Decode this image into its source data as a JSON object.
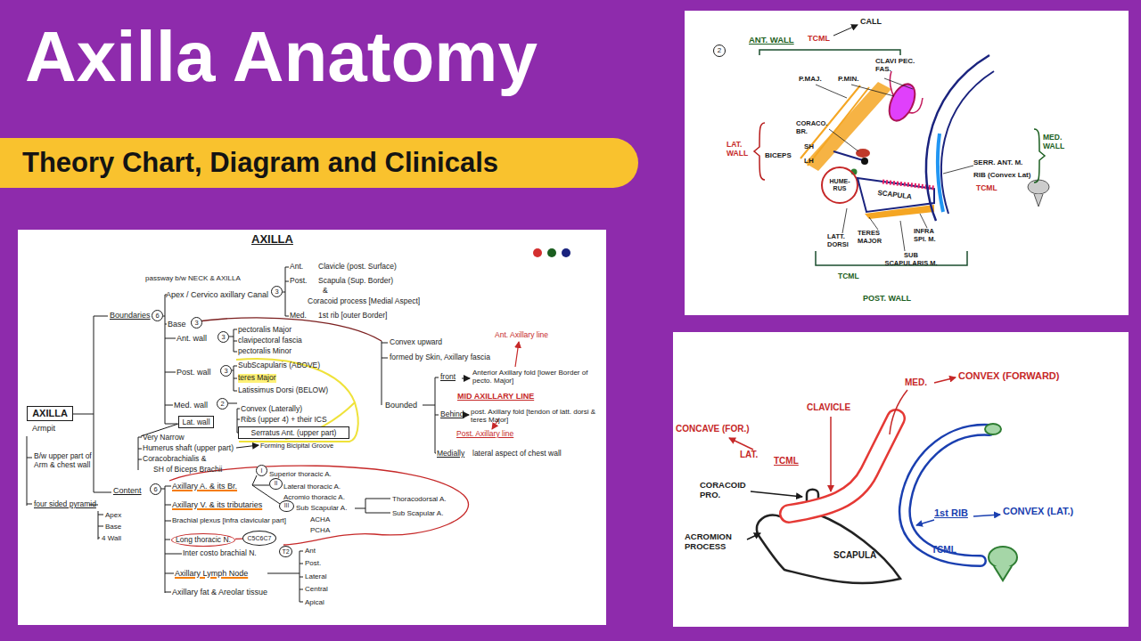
{
  "diagram": {
    "title": "Axilla Anatomy",
    "caption": "Theory Chart, Diagram and Clinicals",
    "nodes": [
      {
        "text": [
          "AXILLA"
        ]
      },
      {
        "text": [
          "6"
        ]
      },
      {
        "text": [
          "3"
        ]
      },
      {
        "text": [
          "3"
        ]
      },
      {
        "text": [
          "3"
        ]
      },
      {
        "text": [
          "3"
        ]
      },
      {
        "text": [
          "2"
        ]
      },
      {
        "text": [
          "Lat. wall"
        ]
      },
      {
        "text": [
          "Serratus Ant. (upper part)"
        ]
      },
      {
        "text": [
          "6"
        ]
      },
      {
        "text": [
          "I"
        ]
      },
      {
        "text": [
          "II"
        ]
      },
      {
        "text": [
          "III"
        ]
      },
      {
        "text": [
          "Long thoracic N."
        ]
      },
      {
        "text": [
          "C5C6C7"
        ]
      },
      {
        "text": [
          "T2"
        ]
      },
      {
        "text": [
          "2"
        ]
      }
    ],
    "edges": [
      {
        "from": 13,
        "to": 14,
        "arrow": "none"
      }
    ],
    "labels": [
      "AXILLA",
      "passway b/w NECK & AXILLA",
      "Apex / Cervico axillary Canal",
      "Ant.",
      "Clavicle (post. Surface)",
      "Post.",
      "Scapula (Sup. Border)",
      "&",
      "Coracoid process [Medial Aspect]",
      "Med.",
      "1st rib [outer Border]",
      "Boundaries",
      "Base",
      "Ant. wall",
      "pectoralis Major",
      "clavipectoral fascia",
      "pectoralis Minor",
      "Post. wall",
      "SubScapularis (ABOVE)",
      "teres Major",
      "Latissimus Dorsi (BELOW)",
      "Med. wall",
      "Convex (Laterally)",
      "Ribs (upper 4) + their ICS",
      "Very Narrow",
      "Humerus shaft (upper part)",
      "Forming Bicipital Groove",
      "Coracobrachialis &",
      "SH of Biceps Brachii",
      "Content",
      "Axillary A. & its Br.",
      "Superior thoracic A.",
      "Lateral thoracic A.",
      "Acromio thoracic A.",
      "Sub Scapular A.",
      "ACHA",
      "PCHA",
      "Thoracodorsal A.",
      "Sub Scapular A.",
      "Axillary V. & its tributaries",
      "Brachial plexus [infra clavicular part]",
      "Inter costo brachial N.",
      "Axillary Lymph Node",
      "Ant",
      "Post.",
      "Lateral",
      "Central",
      "Apical",
      "Axillary fat & Areolar tissue",
      "Armpit",
      "B/w upper part of Arm & chest wall",
      "four sided pyramid",
      "Apex",
      "Base",
      "4 Wall",
      "Convex upward",
      "formed by Skin, Axillary fascia",
      "Ant. Axillary line",
      "front",
      "Anterior Axillary fold [lower Border of pecto. Major]",
      "MID AXILLARY LINE",
      "Bounded",
      "Behind",
      "post. Axillary fold [tendon of latt. dorsi & teres Major]",
      "Post. Axillary line",
      "Medially",
      "lateral aspect of chest wall",
      "ANT. WALL",
      "TCML",
      "CALL",
      "P.MAJ.",
      "P.MIN.",
      "CLAVI PEC. FAS.",
      "CORACO. BR.",
      "SH",
      "LH",
      "BICEPS",
      "LAT. WALL",
      "HUME- RUS",
      "SCAPULA",
      "SERR. ANT. M.",
      "RIB (Convex Lat)",
      "TCML",
      "MED. WALL",
      "LATT. DORSI",
      "TERES MAJOR",
      "INFRA SPI. M.",
      "SUB SCAPULARIS M.",
      "TCML",
      "POST. WALL",
      "CONCAVE (FOR.)",
      "LAT.",
      "TCML",
      "CLAVICLE",
      "MED.",
      "CONVEX (FORWARD)",
      "CORACOID PRO.",
      "ACROMION PROCESS",
      "SCAPULA",
      "1st RIB",
      "CONVEX (LAT.)",
      "TCML"
    ]
  }
}
